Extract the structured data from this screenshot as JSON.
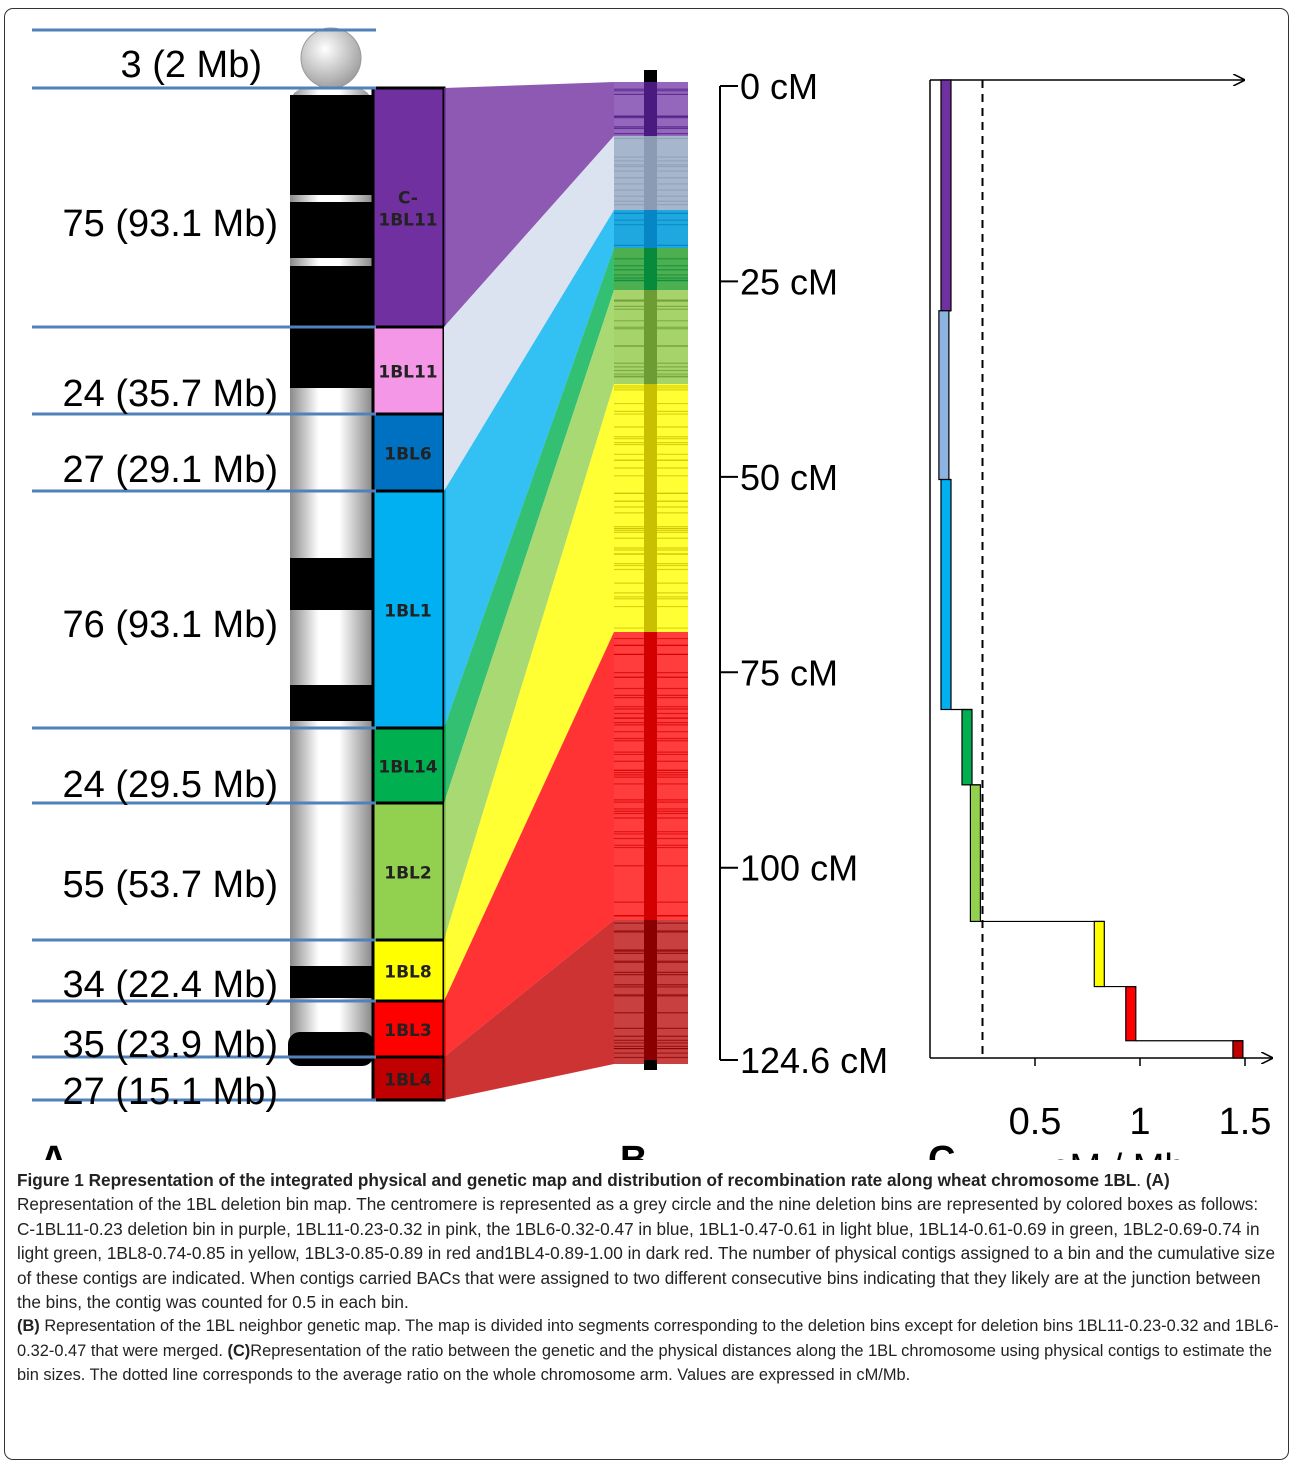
{
  "panels": {
    "a": "A",
    "b": "B",
    "c": "C"
  },
  "centromere_label": "3 (2 Mb)",
  "bins": [
    {
      "label": "C-\n1BL11",
      "contigs": "75 (93.1 Mb)",
      "color": "#7030a0"
    },
    {
      "label": "1BL11",
      "contigs": "24 (35.7 Mb)",
      "color": "#f397e6"
    },
    {
      "label": "1BL6",
      "contigs": "27 (29.1 Mb)",
      "color": "#0070c0"
    },
    {
      "label": "1BL1",
      "contigs": "76 (93.1 Mb)",
      "color": "#00b0f0"
    },
    {
      "label": "1BL14",
      "contigs": "24 (29.5 Mb)",
      "color": "#00b050"
    },
    {
      "label": "1BL2",
      "contigs": "55 (53.7 Mb)",
      "color": "#92d050"
    },
    {
      "label": "1BL8",
      "contigs": "34 (22.4 Mb)",
      "color": "#ffff00"
    },
    {
      "label": "1BL3",
      "contigs": "35 (23.9 Mb)",
      "color": "#ff0000"
    },
    {
      "label": "1BL4",
      "contigs": "27 (15.1 Mb)",
      "color": "#c00000"
    }
  ],
  "genetic_map": {
    "tick_labels": [
      "0 cM",
      "25 cM",
      "50 cM",
      "75 cM",
      "100 cM",
      "124.6 cM"
    ],
    "tick_values": [
      0,
      25,
      50,
      75,
      100,
      124.6
    ],
    "segment_colors": [
      "#7030a0",
      "#8ea9c8",
      "#00b0f0",
      "#00b050",
      "#92d050",
      "#ffff00",
      "#ff0000",
      "#c00000"
    ]
  },
  "chart_data": {
    "type": "step",
    "xlabel": "cM / Mb",
    "x_ticks": [
      0.5,
      1,
      1.5
    ],
    "xlim": [
      0,
      1.6
    ],
    "ylim": [
      0,
      124.6
    ],
    "average_ratio": 0.25,
    "bars": [
      {
        "bin": "C-1BL11",
        "value": 0.1,
        "color": "#7030a0"
      },
      {
        "bin": "1BL11-1BL6",
        "value": 0.09,
        "color": "#8db3e2"
      },
      {
        "bin": "1BL1",
        "value": 0.1,
        "color": "#00b0f0"
      },
      {
        "bin": "1BL14",
        "value": 0.2,
        "color": "#00b050"
      },
      {
        "bin": "1BL2",
        "value": 0.24,
        "color": "#92d050"
      },
      {
        "bin": "1BL8",
        "value": 0.83,
        "color": "#ffff00"
      },
      {
        "bin": "1BL3",
        "value": 0.98,
        "color": "#ff0000"
      },
      {
        "bin": "1BL4",
        "value": 1.49,
        "color": "#c00000"
      }
    ]
  },
  "caption": {
    "title_bold": "Figure 1 Representation of the integrated physical and genetic map and distribution of recombination rate along wheat chromosome 1BL",
    "title_end": ".",
    "a_label": "(A)",
    "a_text": "Representation of the 1BL deletion bin map. The centromere is represented as a grey circle and the nine deletion bins are represented by colored boxes as follows: C-1BL11-0.23 deletion bin in purple, 1BL11-0.23-0.32 in pink, the 1BL6-0.32-0.47 in blue, 1BL1-0.47-0.61 in light blue, 1BL14-0.61-0.69 in green, 1BL2-0.69-0.74 in light green, 1BL8-0.74-0.85 in yellow, 1BL3-0.85-0.89 in red and1BL4-0.89-1.00 in dark red. The number of physical contigs assigned to a bin and the cumulative size of these contigs are indicated. When contigs carried BACs that were assigned to two different consecutive bins indicating that they likely are at the junction between the bins, the contig was counted for 0.5 in each bin.",
    "b_label": "(B)",
    "b_text": "Representation of the 1BL neighbor genetic map. The map is divided into segments corresponding to the deletion bins except for deletion bins 1BL11-0.23-0.32 and 1BL6-0.32-0.47 that were merged.",
    "c_label": "(C)",
    "c_text": "Representation of the ratio between the genetic and the physical distances along the 1BL chromosome using physical contigs to estimate the bin sizes. The dotted line corresponds to the average ratio on the whole chromosome arm. Values are expressed in cM/Mb."
  }
}
